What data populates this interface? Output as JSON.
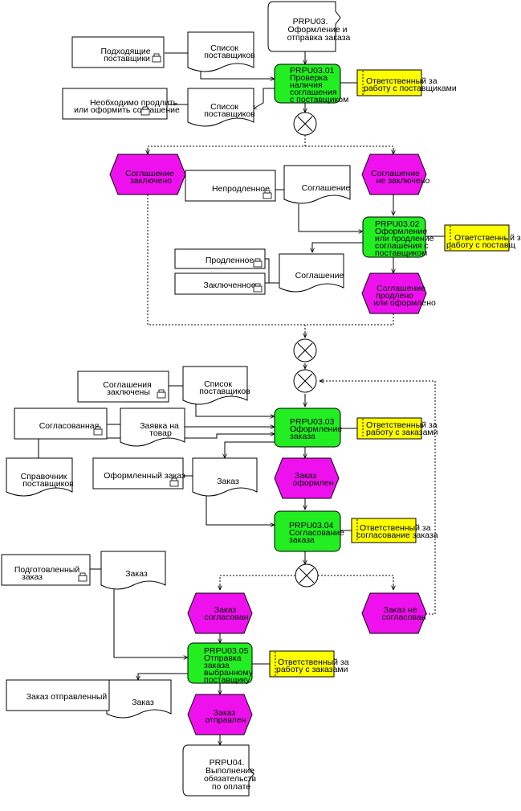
{
  "colors": {
    "function": "#22ee22",
    "event": "#ee11ee",
    "org_unit": "#ffff00",
    "line": "#000000"
  },
  "icons": {
    "document_marker": "printer-icon",
    "connector": "xor-connector-icon",
    "arrowhead": "arrow-head-icon"
  },
  "process_refs": {
    "start": [
      "PRPU03.",
      "Оформление и",
      "отправка заказа"
    ],
    "end": [
      "PRPU04.",
      "Выполнение",
      "обязательств",
      "по оплате"
    ]
  },
  "functions": [
    {
      "id": "f1",
      "lines": [
        "PRPU03.01",
        "Проверка",
        "наличия",
        "соглашения",
        "с поставщиком"
      ]
    },
    {
      "id": "f2",
      "lines": [
        "PRPU03.02",
        "Оформление",
        "или продление",
        "соглашения с",
        "поставщиком"
      ]
    },
    {
      "id": "f3",
      "lines": [
        "PRPU03.03",
        "Оформление",
        "заказа"
      ]
    },
    {
      "id": "f4",
      "lines": [
        "PRPU03.04",
        "Согласование",
        "заказа"
      ]
    },
    {
      "id": "f5",
      "lines": [
        "PRPU03.05",
        "Отправка",
        "заказа",
        "выбранному",
        "поставщику"
      ]
    }
  ],
  "events": [
    {
      "id": "e1",
      "lines": [
        "Соглашение",
        "заключено"
      ]
    },
    {
      "id": "e2",
      "lines": [
        "Соглашение",
        "не заключено"
      ]
    },
    {
      "id": "e3",
      "lines": [
        "Соглашение",
        "продлено",
        "или оформлено"
      ]
    },
    {
      "id": "e4",
      "lines": [
        "Заказ",
        "оформлен"
      ]
    },
    {
      "id": "e5",
      "lines": [
        "Заказ",
        "согласован"
      ]
    },
    {
      "id": "e6",
      "lines": [
        "Заказ не",
        "согласован"
      ]
    },
    {
      "id": "e7",
      "lines": [
        "Заказ",
        "отправлен"
      ]
    }
  ],
  "org_units": [
    {
      "id": "o1",
      "lines": [
        "Ответственный за",
        "работу с поставщиками"
      ]
    },
    {
      "id": "o2",
      "lines": [
        "Ответственный за",
        "работу с поставщ"
      ]
    },
    {
      "id": "o3",
      "lines": [
        "Ответственный за",
        "работу с заказами"
      ]
    },
    {
      "id": "o4",
      "lines": [
        "Ответственный за",
        "согласование заказа"
      ]
    },
    {
      "id": "o5",
      "lines": [
        "Ответственный за",
        "работу с заказами"
      ]
    }
  ],
  "documents": [
    {
      "id": "d1",
      "lines": [
        "Список",
        "поставщиков"
      ]
    },
    {
      "id": "d2",
      "lines": [
        "Список",
        "поставщиков"
      ]
    },
    {
      "id": "d3",
      "lines": [
        "Соглашение"
      ]
    },
    {
      "id": "d4",
      "lines": [
        "Соглашение"
      ]
    },
    {
      "id": "d5",
      "lines": [
        "Список",
        "поставщиков"
      ]
    },
    {
      "id": "d6",
      "lines": [
        "Заявка на",
        "товар"
      ]
    },
    {
      "id": "d7",
      "lines": [
        "Справочник",
        "поставщиков"
      ]
    },
    {
      "id": "d8",
      "lines": [
        "Заказ"
      ]
    },
    {
      "id": "d9",
      "lines": [
        "Заказ"
      ]
    },
    {
      "id": "d10",
      "lines": [
        "Заказ"
      ]
    }
  ],
  "states": [
    {
      "id": "s1",
      "lines": [
        "Подходящие",
        "поставщики"
      ]
    },
    {
      "id": "s2",
      "lines": [
        "Необходимо продлить",
        "или оформить соглашение"
      ]
    },
    {
      "id": "s3",
      "lines": [
        "Непродленное"
      ]
    },
    {
      "id": "s4",
      "lines": [
        "Продленное"
      ]
    },
    {
      "id": "s5",
      "lines": [
        "Заключенное"
      ]
    },
    {
      "id": "s6",
      "lines": [
        "Соглашения",
        "заключены"
      ]
    },
    {
      "id": "s7",
      "lines": [
        "Согласованная"
      ]
    },
    {
      "id": "s8",
      "lines": [
        "Оформленный заказ"
      ]
    },
    {
      "id": "s9",
      "lines": [
        "Подготовленный",
        "заказ"
      ]
    },
    {
      "id": "s10",
      "lines": [
        "Заказ отправленный"
      ]
    }
  ]
}
